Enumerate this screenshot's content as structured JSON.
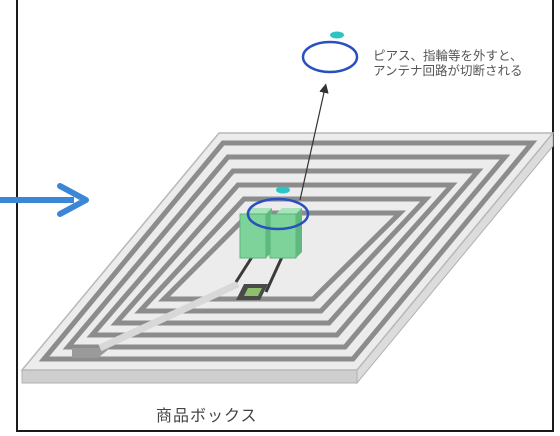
{
  "callout": {
    "line1": "ピアス、指輪等を外すと、",
    "line2": "アンテナ回路が切断される"
  },
  "caption": "商品ボックス",
  "colors": {
    "coil": "#8c8c8c",
    "board": "#ececec",
    "board_edge": "#b8b8b8",
    "ring": "#2a4fbf",
    "dot": "#2ec4c4",
    "chip": "#7ed39a",
    "arrow": "#3c86d6"
  }
}
